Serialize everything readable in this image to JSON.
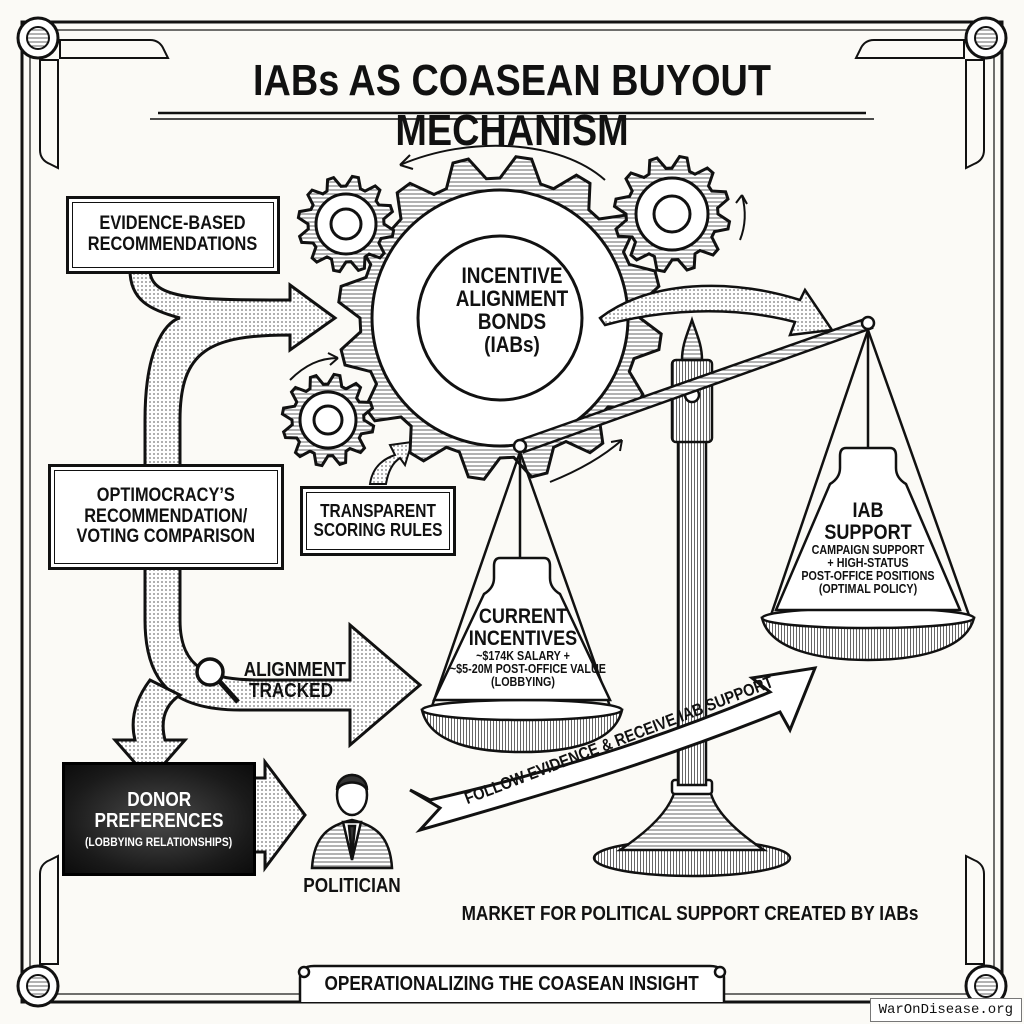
{
  "title": "IABs AS COASEAN BUYOUT MECHANISM",
  "nodes": {
    "evidence": "EVIDENCE-BASED\nRECOMMENDATIONS",
    "central_gear": [
      "INCENTIVE",
      "ALIGNMENT",
      "BONDS",
      "(IABs)"
    ],
    "optimocracy": "OPTIMOCRACY’S\nRECOMMENDATION/\nVOTING COMPARISON",
    "transparent": "TRANSPARENT\nSCORING RULES",
    "alignment_tracked": [
      "ALIGNMENT",
      "TRACKED"
    ],
    "donor": {
      "title_1": "DONOR",
      "title_2": "PREFERENCES",
      "subtitle": "(LOBBYING RELATIONSHIPS)"
    },
    "politician": "POLITICIAN"
  },
  "scale": {
    "left_weight": {
      "title": [
        "CURRENT",
        "INCENTIVES"
      ],
      "lines": [
        "~$174K SALARY +",
        "~$5-20M POST-OFFICE VALUE",
        "(LOBBYING)"
      ]
    },
    "right_weight": {
      "title": [
        "IAB",
        "SUPPORT"
      ],
      "lines": [
        "CAMPAIGN SUPPORT",
        "+ HIGH-STATUS",
        "POST-OFFICE POSITIONS",
        "(OPTIMAL POLICY)"
      ]
    }
  },
  "ribbon_arrow": "FOLLOW EVIDENCE & RECEIVE IAB SUPPORT",
  "market_caption": "MARKET FOR POLITICAL SUPPORT CREATED BY IABs",
  "bottom_banner": "OPERATIONALIZING THE COASEAN INSIGHT",
  "watermark": "WarOnDisease.org",
  "icons": [
    "gear-icon",
    "magnifier-icon",
    "politician-icon",
    "balance-scale-icon",
    "arrow-icon"
  ],
  "colors": {
    "ink": "#111111",
    "paper": "#fbfaf6",
    "donor_box": "#1a1a1a",
    "hatch": "#bdbdbd"
  }
}
